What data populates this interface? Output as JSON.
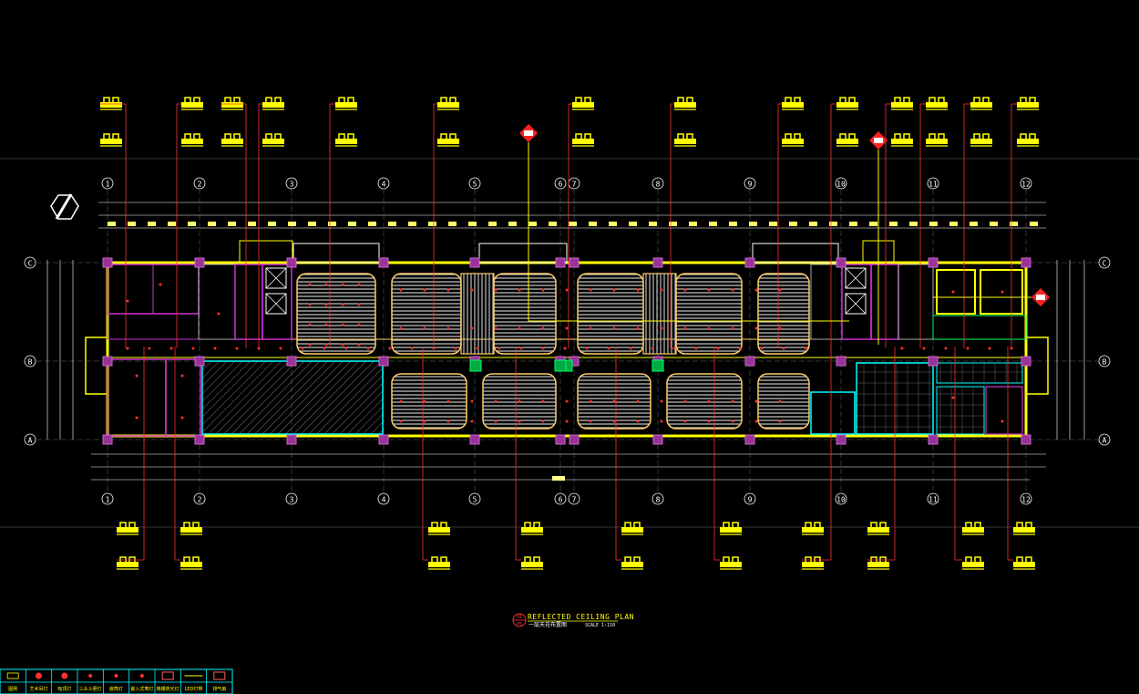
{
  "drawing": {
    "title_en": "REFLECTED CEILING PLAN",
    "title_cn": "一层天花布置图",
    "scale": "SCALE 1:110",
    "number_top": "01",
    "number_bottom": "P5"
  },
  "grid": {
    "columns": [
      "1",
      "2",
      "3",
      "4",
      "5",
      "6",
      "7",
      "8",
      "9",
      "10",
      "11",
      "12"
    ],
    "rows": [
      "C",
      "B",
      "A"
    ]
  },
  "legend": {
    "items": [
      {
        "label": "图例",
        "symbol": "text-icon"
      },
      {
        "label": "艺术吊灯",
        "symbol": "pendant-lamp-icon"
      },
      {
        "label": "吸顶灯",
        "symbol": "ceiling-lamp-icon"
      },
      {
        "label": "三头斗胆灯",
        "symbol": "triple-grille-lamp-icon"
      },
      {
        "label": "嵌筒灯",
        "symbol": "downlight-icon"
      },
      {
        "label": "嵌入式筒灯",
        "symbol": "recessed-downlight-icon"
      },
      {
        "label": "格栅荧光灯",
        "symbol": "grille-fluorescent-icon"
      },
      {
        "label": "LED灯带",
        "symbol": "led-strip-icon"
      },
      {
        "label": "排气扇",
        "symbol": "exhaust-fan-icon"
      }
    ]
  },
  "colors": {
    "background": "#000000",
    "wall": "#ffff00",
    "column": "#cc33cc",
    "leader": "#ff3030",
    "axis": "#ffffff",
    "ceiling": "#ffcc66",
    "glass": "#00ffff",
    "hatch": "#ffff00"
  }
}
